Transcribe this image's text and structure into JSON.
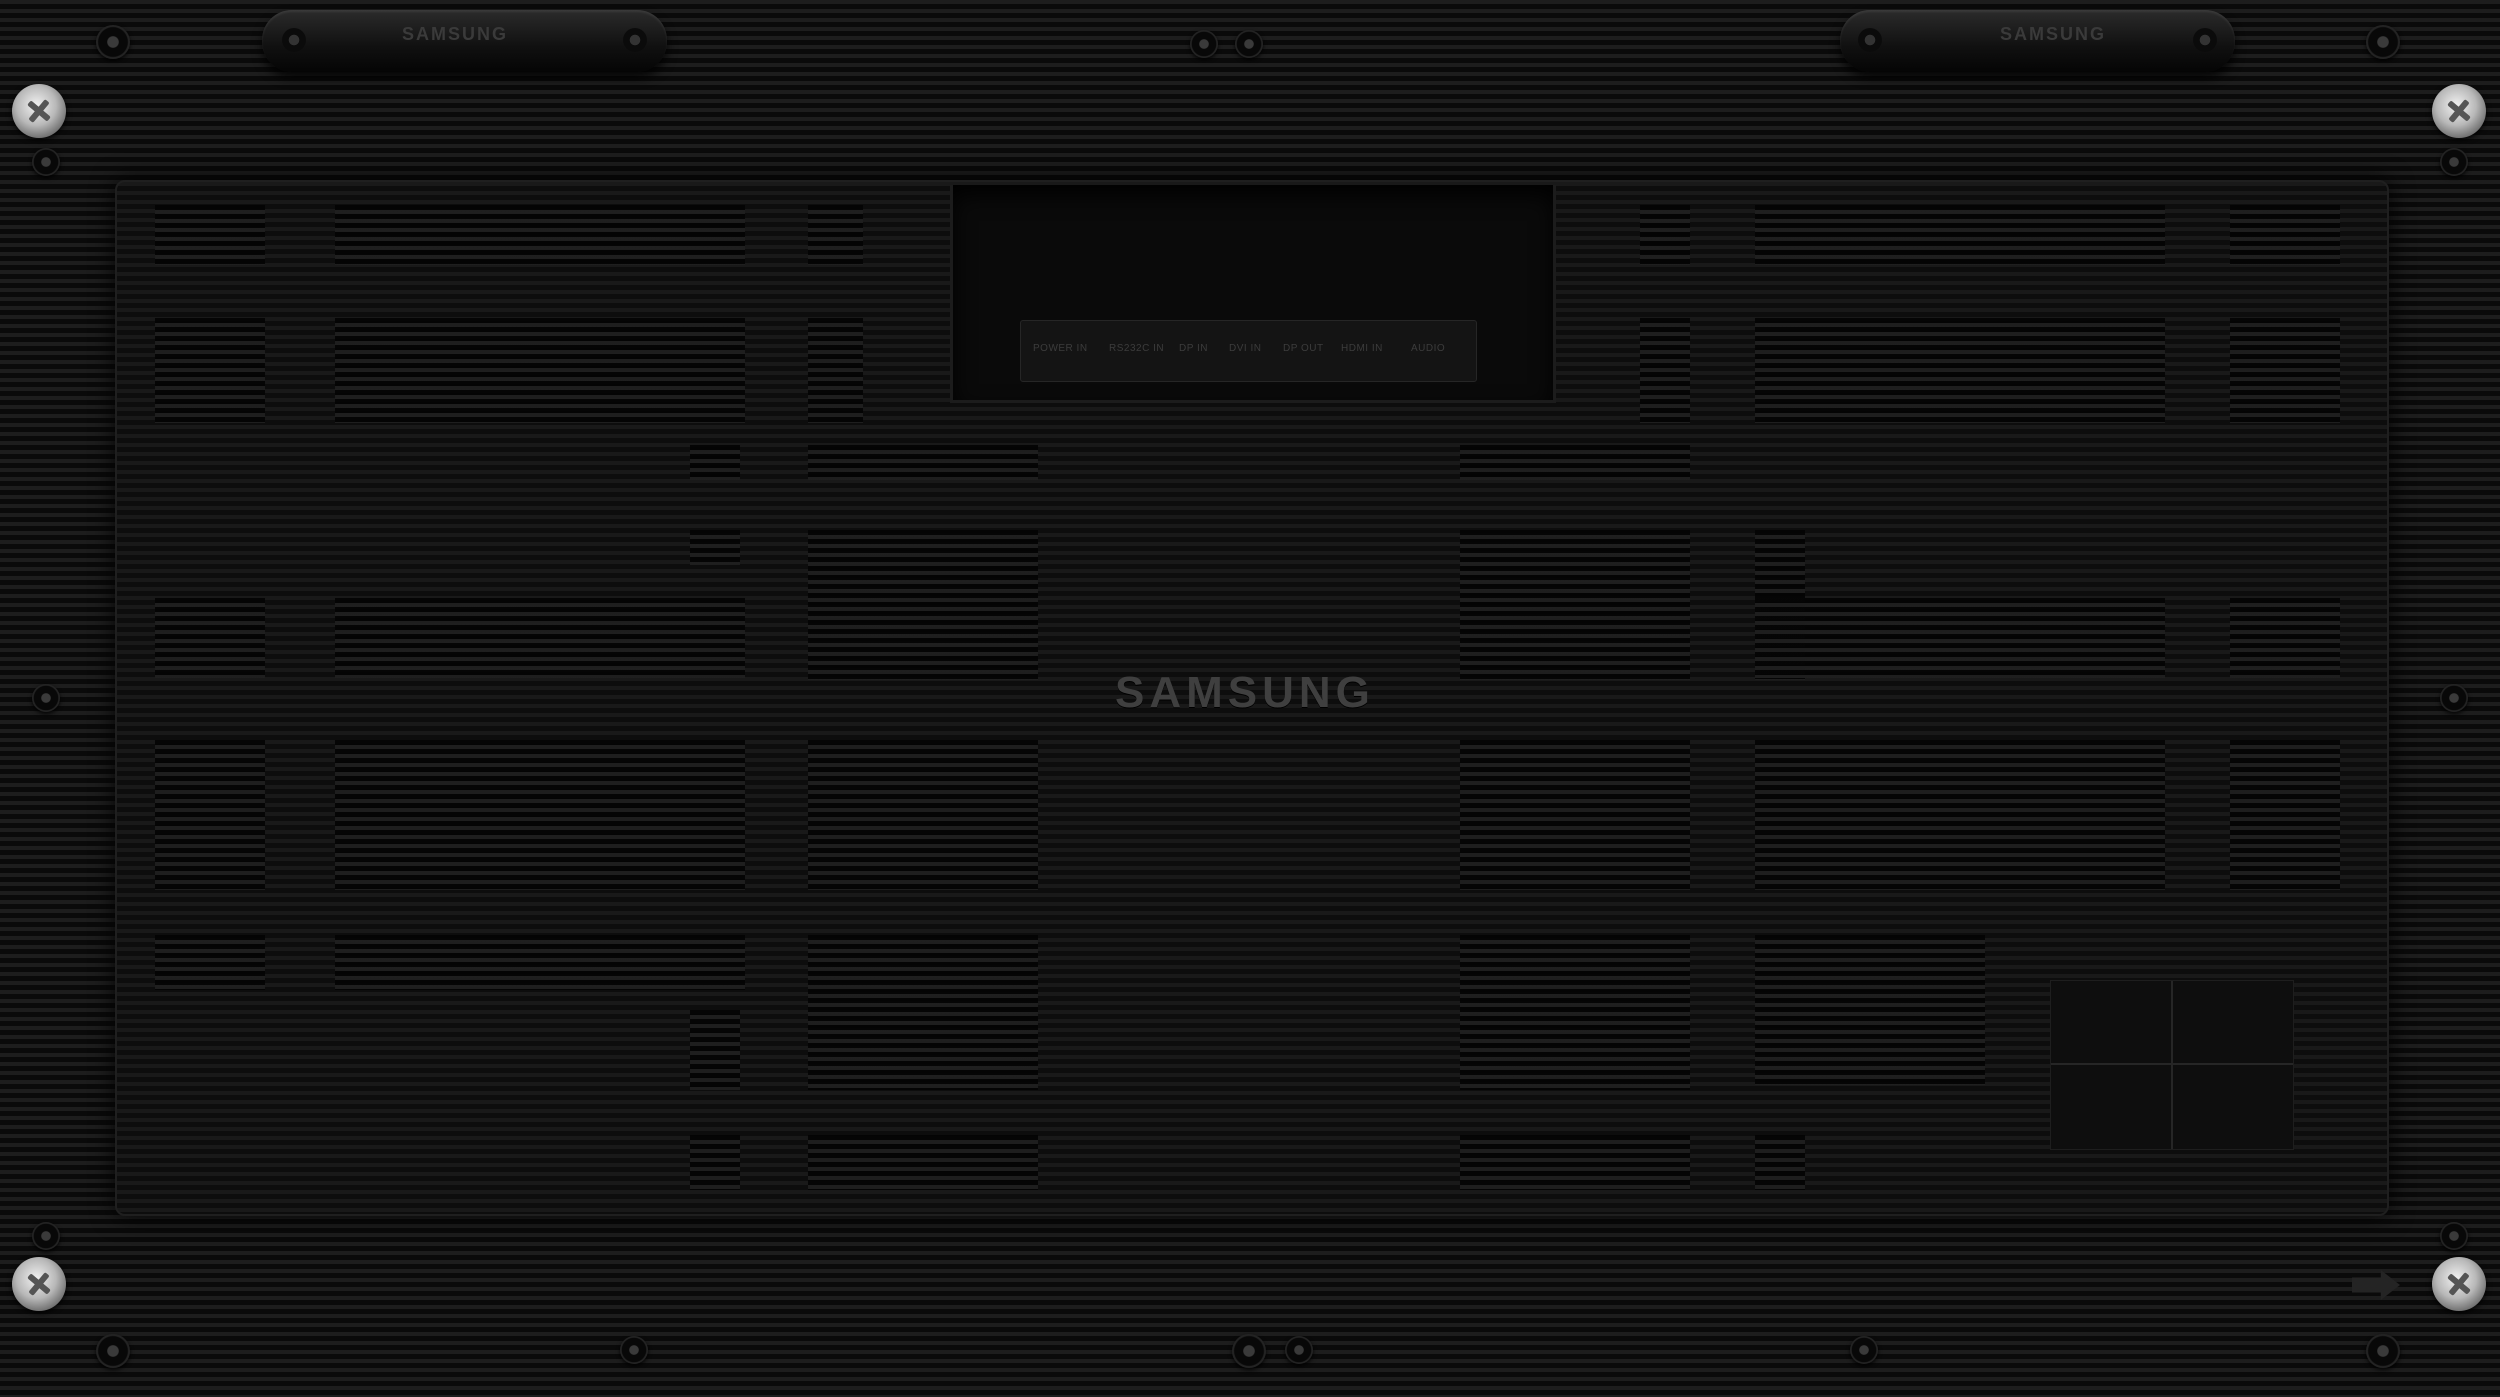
{
  "brand": "SAMSUNG",
  "handles": {
    "left_label": "SAMSUNG",
    "right_label": "SAMSUNG"
  },
  "ports": {
    "labels": [
      "POWER IN",
      "RS232C IN",
      "DP IN",
      "DVI IN",
      "DP OUT",
      "HDMI IN",
      "AUDIO"
    ]
  },
  "colors": {
    "panel": "#151515",
    "housing": "#111111",
    "screw": "#c8c8c8",
    "brand_text": "#3f3f3f"
  }
}
